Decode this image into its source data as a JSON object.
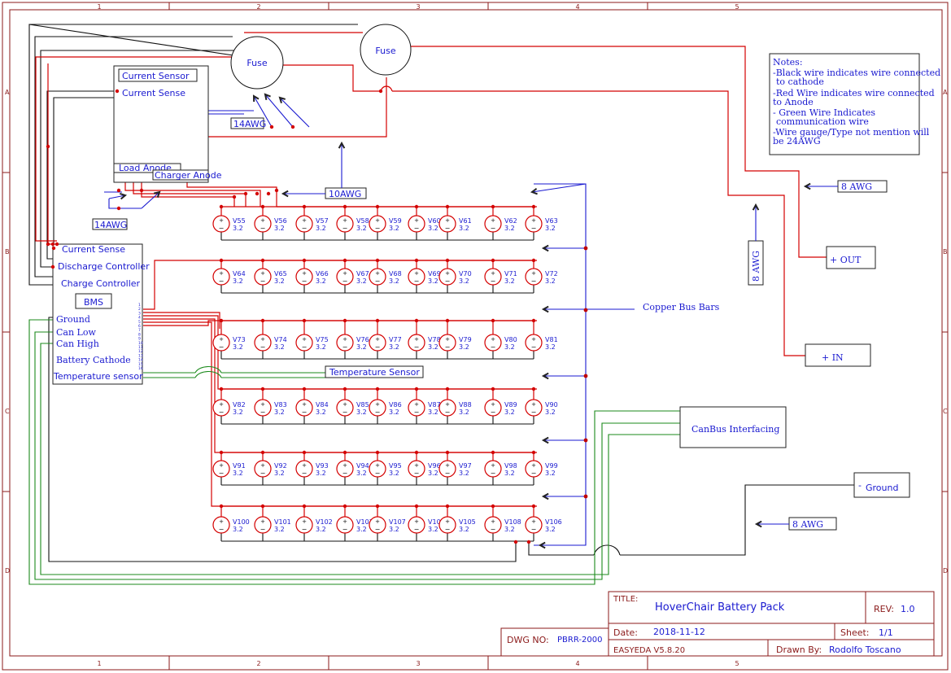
{
  "frame": {
    "columns": [
      "1",
      "2",
      "3",
      "4",
      "5"
    ],
    "rows": [
      "A",
      "B",
      "C",
      "D"
    ]
  },
  "components": {
    "fuse1": "Fuse",
    "fuse2": "Fuse",
    "current_sensor": {
      "title": "Current Sensor",
      "current_sense": "Current Sense",
      "load_anode": "Load Anode",
      "charger_anode": "Charger Anode"
    },
    "bms": {
      "title": "BMS",
      "current_sense": "Current Sense",
      "discharge_controller": "Discharge Controller",
      "charge_controller": "Charge Controller",
      "ground": "Ground",
      "can_low": "Can Low",
      "can_high": "Can High",
      "battery_cathode": "Battery Cathode",
      "temperature_sensor": "Temperature sensor"
    },
    "temperature_sensor": "Temperature Sensor",
    "canbus": "CanBus Interfacing",
    "ground": "Ground",
    "plus_out": "+ OUT",
    "plus_in": "+ IN",
    "copper_bus_bars": "Copper Bus Bars",
    "awg_labels": {
      "a14_1": "14AWG",
      "a14_2": "14AWG",
      "a10": "10AWG",
      "a8_top": "8 AWG",
      "a8_vert": "8 AWG",
      "a8_bottom": "8 AWG"
    }
  },
  "notes": {
    "title": "Notes:",
    "lines": [
      "-Black wire indicates wire connected",
      "to cathode",
      "-Red Wire indicates wire connected",
      "to Anode",
      "- Green Wire Indicates",
      "communication wire",
      "-Wire gauge/Type not mention will",
      "be 24AWG"
    ]
  },
  "cells": {
    "voltage": "3.2",
    "rows": [
      [
        "V55",
        "V56",
        "V57",
        "V58",
        "V59",
        "V60",
        "V61",
        "V62",
        "V63"
      ],
      [
        "V64",
        "V65",
        "V66",
        "V67",
        "V68",
        "V69",
        "V70",
        "V71",
        "V72"
      ],
      [
        "V73",
        "V74",
        "V75",
        "V76",
        "V77",
        "V78",
        "V79",
        "V80",
        "V81"
      ],
      [
        "V82",
        "V83",
        "V84",
        "V85",
        "V86",
        "V87",
        "V88",
        "V89",
        "V90"
      ],
      [
        "V91",
        "V92",
        "V93",
        "V94",
        "V95",
        "V96",
        "V97",
        "V98",
        "V99"
      ],
      [
        "V100",
        "V101",
        "V102",
        "V103",
        "V107",
        "V104",
        "V105",
        "V108",
        "V106"
      ]
    ]
  },
  "title_block": {
    "title_label": "TITLE:",
    "title": "HoverChair Battery Pack",
    "rev_label": "REV:",
    "rev": "1.0",
    "date_label": "Date:",
    "date": "2018-11-12",
    "sheet_label": "Sheet:",
    "sheet": "1/1",
    "tool": "EASYEDA V5.8.20",
    "drawn_by_label": "Drawn By:",
    "drawn_by": "Rodolfo Toscano",
    "dwg_label": "DWG NO:",
    "dwg_no": "PBRR-2000"
  }
}
